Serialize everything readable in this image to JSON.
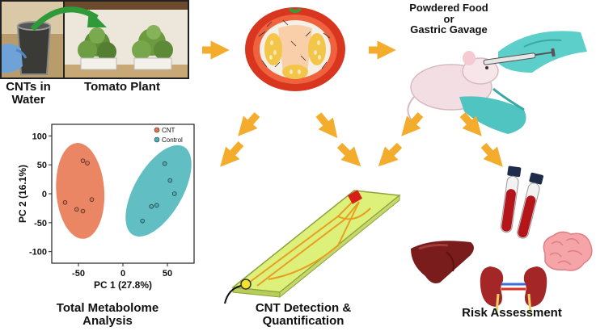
{
  "labels": {
    "cnts_water": "CNTs in\nWater",
    "tomato_plant": "Tomato Plant",
    "powdered_food": "Powdered Food\nor\nGastric Gavage",
    "total_metabolome": "Total Metabolome\nAnalysis",
    "cnt_detection": "CNT Detection &\nQuantification",
    "risk_assessment": "Risk Assessment"
  },
  "colors": {
    "arrow": "#f4ac2c",
    "cnt": "#e8714a",
    "control": "#45b4b8",
    "chip": "#dcf07a",
    "tomato": "#e8472a"
  },
  "chart_data": {
    "type": "scatter",
    "xlabel": "PC 1 (27.8%)",
    "ylabel": "PC 2 (16.1%)",
    "xlim": [
      -80,
      80
    ],
    "ylim": [
      -120,
      120
    ],
    "xticks": [
      -50,
      0,
      50
    ],
    "yticks": [
      100,
      50,
      0,
      -50,
      -100
    ],
    "grid": false,
    "legend_position": "top-right",
    "series": [
      {
        "name": "CNT",
        "color": "#e8714a",
        "points": [
          [
            -45,
            57
          ],
          [
            -40,
            53
          ],
          [
            -65,
            -15
          ],
          [
            -35,
            -10
          ],
          [
            -52,
            -27
          ],
          [
            -45,
            -30
          ]
        ]
      },
      {
        "name": "Control",
        "color": "#45b4b8",
        "points": [
          [
            47,
            52
          ],
          [
            53,
            23
          ],
          [
            58,
            0
          ],
          [
            38,
            -20
          ],
          [
            32,
            -22
          ],
          [
            22,
            -47
          ]
        ]
      }
    ],
    "ellipses": [
      {
        "series": "CNT",
        "cx": -48,
        "cy": 5,
        "rx": 27,
        "ry": 83,
        "rotation": -4
      },
      {
        "series": "Control",
        "cx": 40,
        "cy": 5,
        "rx": 27,
        "ry": 88,
        "rotation": 30
      }
    ]
  }
}
